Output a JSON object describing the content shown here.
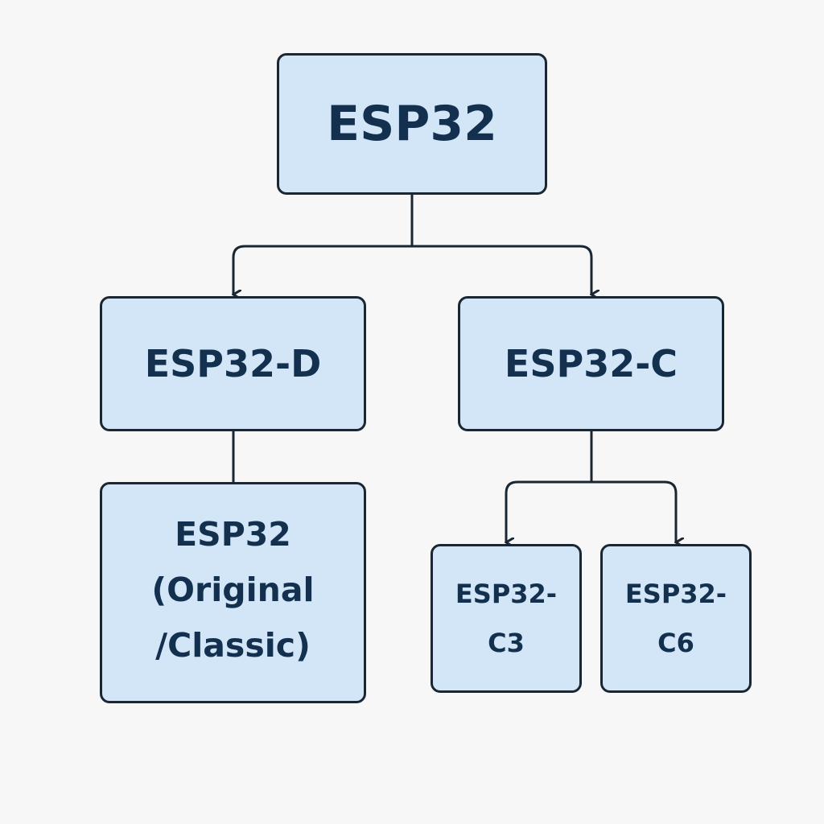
{
  "diagram": {
    "colors": {
      "node_fill": "#d3e6f8",
      "node_border": "#1a2733",
      "node_text": "#14304f",
      "connector": "#1a2733",
      "background": "#f7f7f7"
    },
    "nodes": {
      "root": {
        "label": "ESP32"
      },
      "esp32_d": {
        "label": "ESP32-D"
      },
      "esp32_c": {
        "label": "ESP32-C"
      },
      "original": {
        "line1": "ESP32",
        "line2": "(Original",
        "line3": "/Classic)"
      },
      "c3": {
        "line1": "ESP32-",
        "line2": "C3"
      },
      "c6": {
        "line1": "ESP32-",
        "line2": "C6"
      }
    },
    "edges": [
      {
        "from": "root",
        "to": "esp32_d",
        "arrow": true
      },
      {
        "from": "root",
        "to": "esp32_c",
        "arrow": true
      },
      {
        "from": "esp32_d",
        "to": "original",
        "arrow": false
      },
      {
        "from": "esp32_c",
        "to": "c3",
        "arrow": true
      },
      {
        "from": "esp32_c",
        "to": "c6",
        "arrow": true
      }
    ]
  }
}
